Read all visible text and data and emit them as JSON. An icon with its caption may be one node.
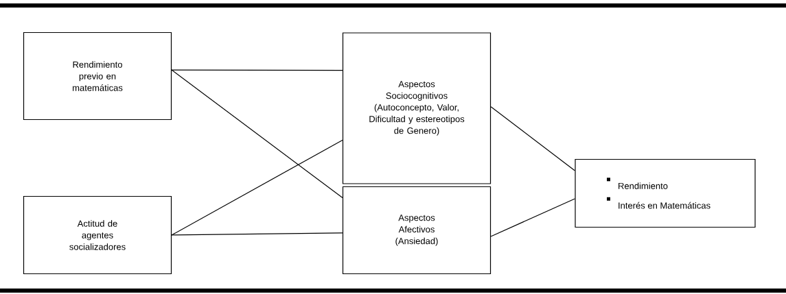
{
  "diagram": {
    "nodes": [
      {
        "text": [
          "Rendimiento previo en matemáticas"
        ]
      },
      {
        "text": [
          "Aspectos Sociocognitivos (Autoconcepto, Valor, Dificultad y estereotipos de Genero)"
        ]
      },
      {
        "text": [
          "Actitud de agentes socializadores"
        ]
      },
      {
        "text": [
          "Aspectos Afectivos (Ansiedad)"
        ]
      },
      {
        "text": [
          "Rendimiento",
          "Interés en Matemáticas"
        ]
      }
    ],
    "edges": [
      {
        "from": 0,
        "to": 1,
        "arrow": "none"
      },
      {
        "from": 0,
        "to": 3,
        "arrow": "none"
      },
      {
        "from": 2,
        "to": 1,
        "arrow": "none"
      },
      {
        "from": 2,
        "to": 3,
        "arrow": "none"
      },
      {
        "from": 1,
        "to": 4,
        "arrow": "none"
      },
      {
        "from": 3,
        "to": 4,
        "arrow": "none"
      }
    ]
  }
}
